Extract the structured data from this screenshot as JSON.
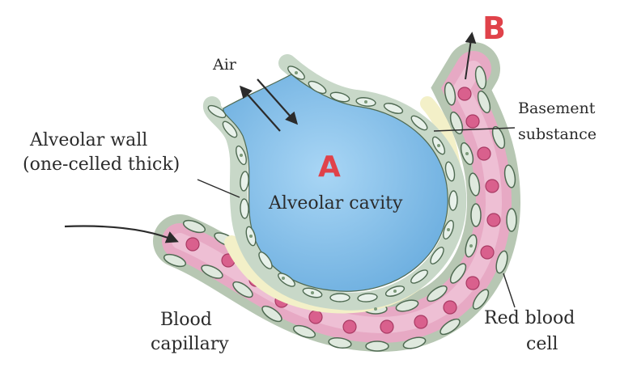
{
  "labels": {
    "air": "Air",
    "alveolar_wall_line1": "Alveolar wall",
    "alveolar_wall_line2": "(one-celled thick)",
    "alveolar_cavity": "Alveolar cavity",
    "basement_line1": "Basement",
    "basement_line2": "substance",
    "blood_capillary_line1": "Blood",
    "blood_capillary_line2": "capillary",
    "red_blood_cell_line1": "Red blood",
    "red_blood_cell_line2": "cell",
    "marker_a": "A",
    "marker_b": "B"
  },
  "colors": {
    "cavity": "#8fc4ea",
    "capillary": "#e7a9c4",
    "rbc": "#d9608d",
    "wall_cell": "#e8f1ea",
    "nucleus": "#7c9a7a",
    "basement": "#f3f0c8",
    "marker": "#e0424a",
    "ink": "#2b2b2b"
  }
}
